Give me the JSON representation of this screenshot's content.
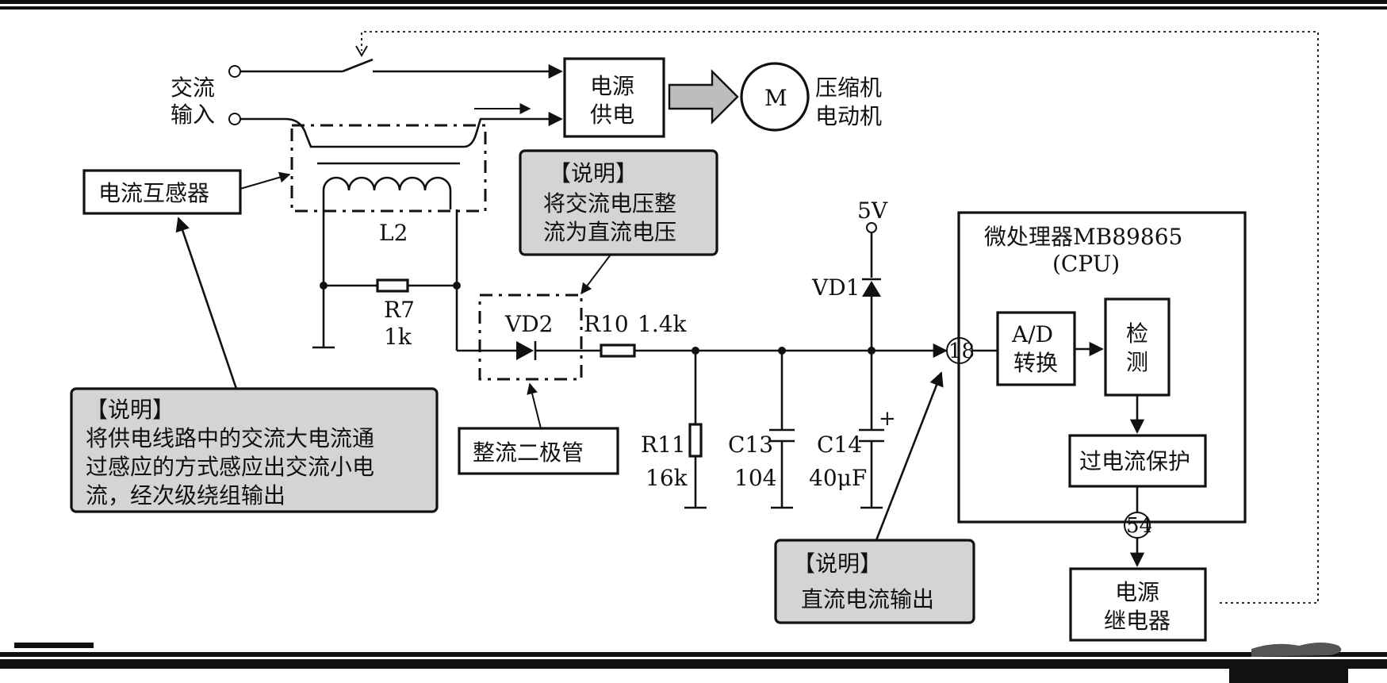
{
  "ac_input": {
    "line1": "交流",
    "line2": "输入"
  },
  "power_supply": {
    "line1": "电源",
    "line2": "供电"
  },
  "motor": {
    "symbol": "M",
    "line1": "压缩机",
    "line2": "电动机"
  },
  "current_transformer": {
    "label": "电流互感器",
    "coil": "L2"
  },
  "r7": {
    "name": "R7",
    "value": "1k"
  },
  "vd2": {
    "name": "VD2"
  },
  "r10": {
    "name": "R10",
    "value": "1.4k"
  },
  "r11": {
    "name": "R11",
    "value": "16k"
  },
  "c13": {
    "name": "C13",
    "value": "104"
  },
  "c14": {
    "name": "C14",
    "value": "40μF",
    "polarity": "+"
  },
  "vd1": {
    "name": "VD1"
  },
  "supply": {
    "label": "5V"
  },
  "rectifier_diode": {
    "label": "整流二极管"
  },
  "cpu": {
    "title": "微处理器MB89865",
    "subtitle": "(CPU)",
    "ad": {
      "line1": "A/D",
      "line2": "转换"
    },
    "detect": {
      "line1": "检",
      "line2": "测"
    },
    "overcurrent": "过电流保护",
    "pin_in": "18",
    "pin_out": "54"
  },
  "relay": {
    "line1": "电源",
    "line2": "继电器"
  },
  "note_rectify": {
    "title": "【说明】",
    "line1": "将交流电压整",
    "line2": "流为直流电压"
  },
  "note_ct": {
    "title": "【说明】",
    "line1": "将供电线路中的交流大电流通",
    "line2": "过感应的方式感应出交流小电",
    "line3": "流，经次级绕组输出"
  },
  "note_dc": {
    "title": "【说明】",
    "line1": "直流电流输出"
  }
}
